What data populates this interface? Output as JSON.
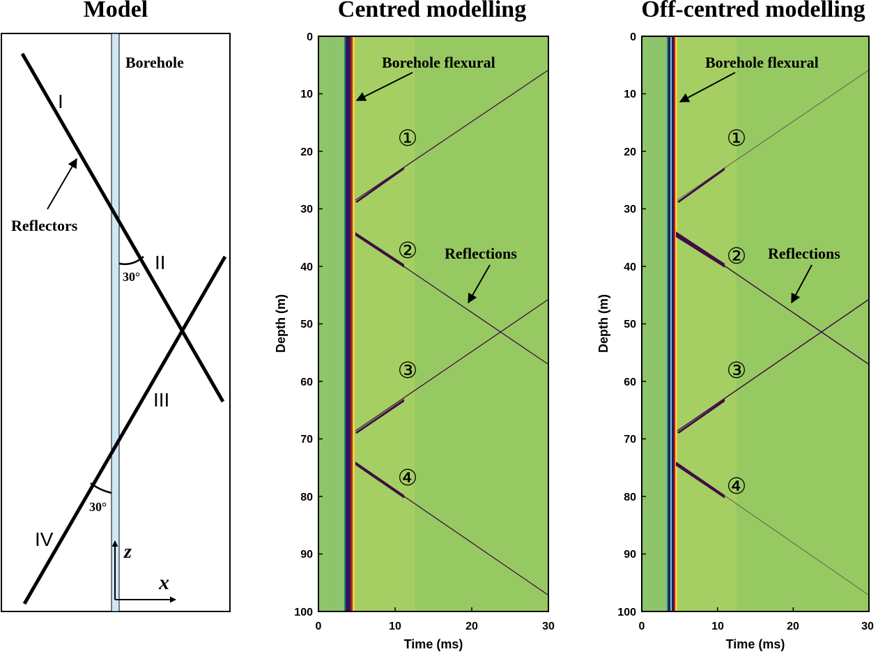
{
  "titles": {
    "model": "Model",
    "centred": "Centred modelling",
    "offcentred": "Off-centred modelling"
  },
  "model": {
    "borehole_label": "Borehole",
    "reflectors_label": "Reflectors",
    "reflector_labels": [
      "I",
      "II",
      "III",
      "IV"
    ],
    "angle_label_1": "30°",
    "angle_label_2": "30°",
    "z_label": "z",
    "x_label": "x"
  },
  "panels": {
    "xlabel": "Time (ms)",
    "ylabel": "Depth (m)",
    "xticks": [
      "0",
      "10",
      "20",
      "30"
    ],
    "yticks": [
      "0",
      "10",
      "20",
      "30",
      "40",
      "50",
      "60",
      "70",
      "80",
      "90",
      "100"
    ],
    "flexural_label": "Borehole flexural",
    "reflections_label": "Reflections",
    "event_markers": [
      "①",
      "②",
      "③",
      "④"
    ]
  },
  "colors": {
    "background_near": "#a5cf62",
    "background_far": "#97c962",
    "background_early": "#8ec46a",
    "wave_dark": "#3d0f45",
    "borehole_fill": "#cfe6f5"
  }
}
